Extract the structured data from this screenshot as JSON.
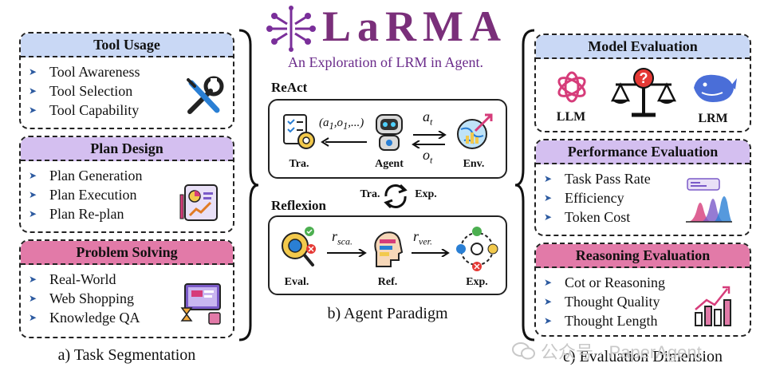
{
  "header": {
    "title": "LaRMA",
    "subtitle": "An Exploration of LRM in Agent."
  },
  "task_segmentation": {
    "caption": "a) Task Segmentation",
    "cards": [
      {
        "title": "Tool Usage",
        "items": [
          "Tool Awareness",
          "Tool Selection",
          "Tool Capability"
        ],
        "icon": "wrench-screwdriver-icon"
      },
      {
        "title": "Plan Design",
        "items": [
          "Plan Generation",
          "Plan Execution",
          "Plan Re-plan"
        ],
        "icon": "plan-board-icon"
      },
      {
        "title": "Problem Solving",
        "items": [
          "Real-World",
          "Web Shopping",
          "Knowledge QA"
        ],
        "icon": "computer-screen-icon"
      }
    ]
  },
  "agent_paradigm": {
    "caption": "b) Agent Paradigm",
    "react": {
      "title": "ReAct",
      "tra_label": "Tra.",
      "agent_label": "Agent",
      "env_label": "Env.",
      "sequence": "(a",
      "seq_sub1": "1",
      "seq_mid": ",o",
      "seq_sub2": "1",
      "seq_end": ",...)",
      "action": "a",
      "action_sub": "t",
      "obs": "o",
      "obs_sub": "t"
    },
    "cycle": {
      "left": "Tra.",
      "right": "Exp."
    },
    "reflexion": {
      "title": "Reflexion",
      "eval_label": "Eval.",
      "ref_label": "Ref.",
      "exp_label": "Exp.",
      "r1": "r",
      "r1_sub": "sca.",
      "r2": "r",
      "r2_sub": "ver."
    }
  },
  "evaluation_dimension": {
    "caption": "c) Evaluation Dimension",
    "model_eval": {
      "title": "Model Evaluation",
      "llm": "LLM",
      "lrm": "LRM"
    },
    "performance_eval": {
      "title": "Performance Evaluation",
      "items": [
        "Task Pass Rate",
        "Efficiency",
        "Token Cost"
      ]
    },
    "reasoning_eval": {
      "title": "Reasoning Evaluation",
      "items": [
        "Cot or Reasoning",
        "Thought Quality",
        "Thought Length"
      ]
    }
  },
  "watermark": "公众号 · PaperAgent",
  "colors": {
    "blue_header": "#c9d8f5",
    "purple_header": "#d4bff0",
    "pink_header": "#e27aa8",
    "title_purple": "#7a2f7a"
  }
}
